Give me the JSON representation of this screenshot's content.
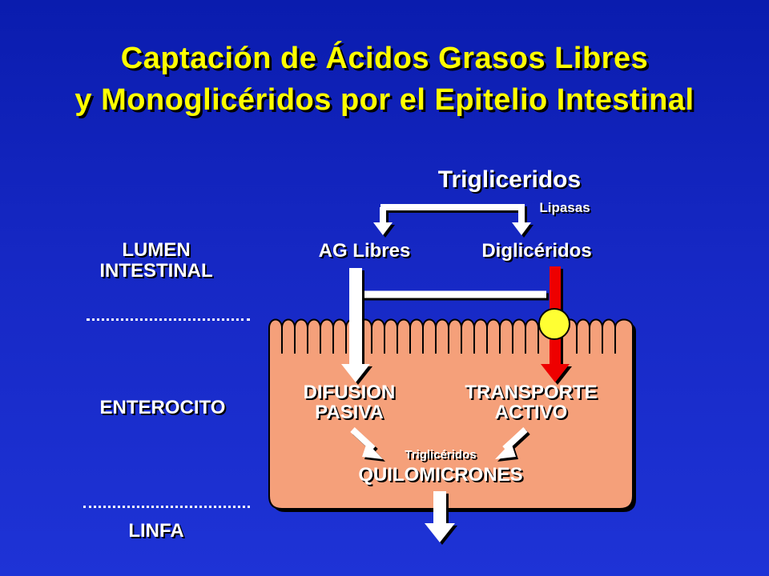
{
  "title": {
    "line1": "Captación de Ácidos Grasos Libres",
    "line2": "y Monoglicéridos por el Epitelio Intestinal"
  },
  "regions": {
    "lumen_line1": "LUMEN",
    "lumen_line2": "INTESTINAL",
    "enterocito": "ENTEROCITO",
    "linfa": "LINFA"
  },
  "diagram": {
    "trigliceridos_top": "Trigliceridos",
    "lipasas": "Lipasas",
    "ag_libres": "AG Libres",
    "digliceridos": "Diglicéridos",
    "difusion_line1": "DIFUSION",
    "difusion_line2": "PASIVA",
    "transporte_line1": "TRANSPORTE",
    "transporte_line2": "ACTIVO",
    "trigliceridos_small": "Triglicéridos",
    "quilomicrones": "QUILOMICRONES"
  },
  "colors": {
    "background": "#1628c4",
    "title": "#ffff00",
    "cell": "#f5a07a",
    "active_arrow": "#ee0000",
    "transporter": "#ffff33"
  }
}
